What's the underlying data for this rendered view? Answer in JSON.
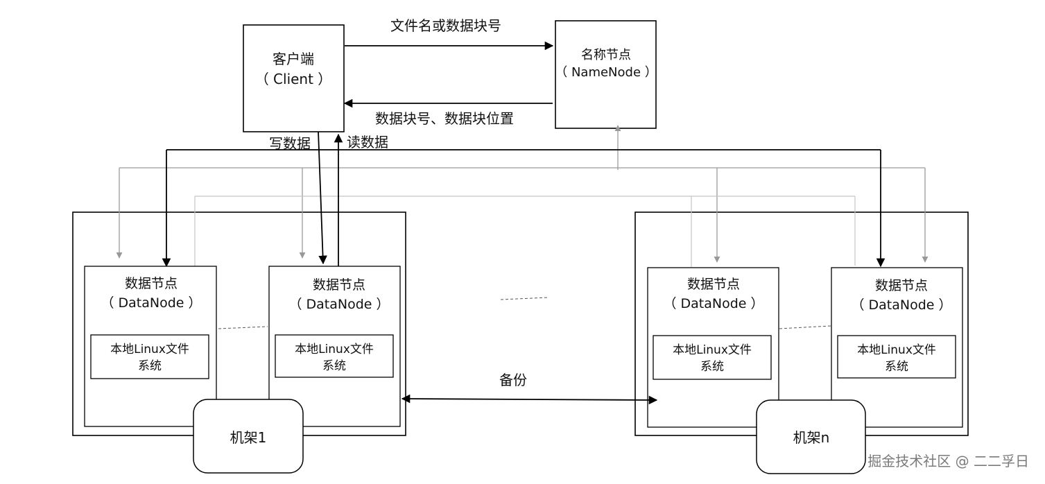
{
  "client": {
    "name": "客户端",
    "sub": "（ Client ）"
  },
  "namenode": {
    "name": "名称节点",
    "sub": "（ NameNode ）"
  },
  "labels": {
    "file_request": "文件名或数据块号",
    "block_response": "数据块号、数据块位置",
    "write": "写数据",
    "read": "读数据",
    "backup": "备份"
  },
  "datanode": {
    "name": "数据节点",
    "sub": "（ DataNode ）",
    "local_fs_line1": "本地Linux文件",
    "local_fs_line2": "系统"
  },
  "racks": [
    "机架1",
    "机架n"
  ],
  "watermark": "掘金技术社区 @ 二二孚日"
}
